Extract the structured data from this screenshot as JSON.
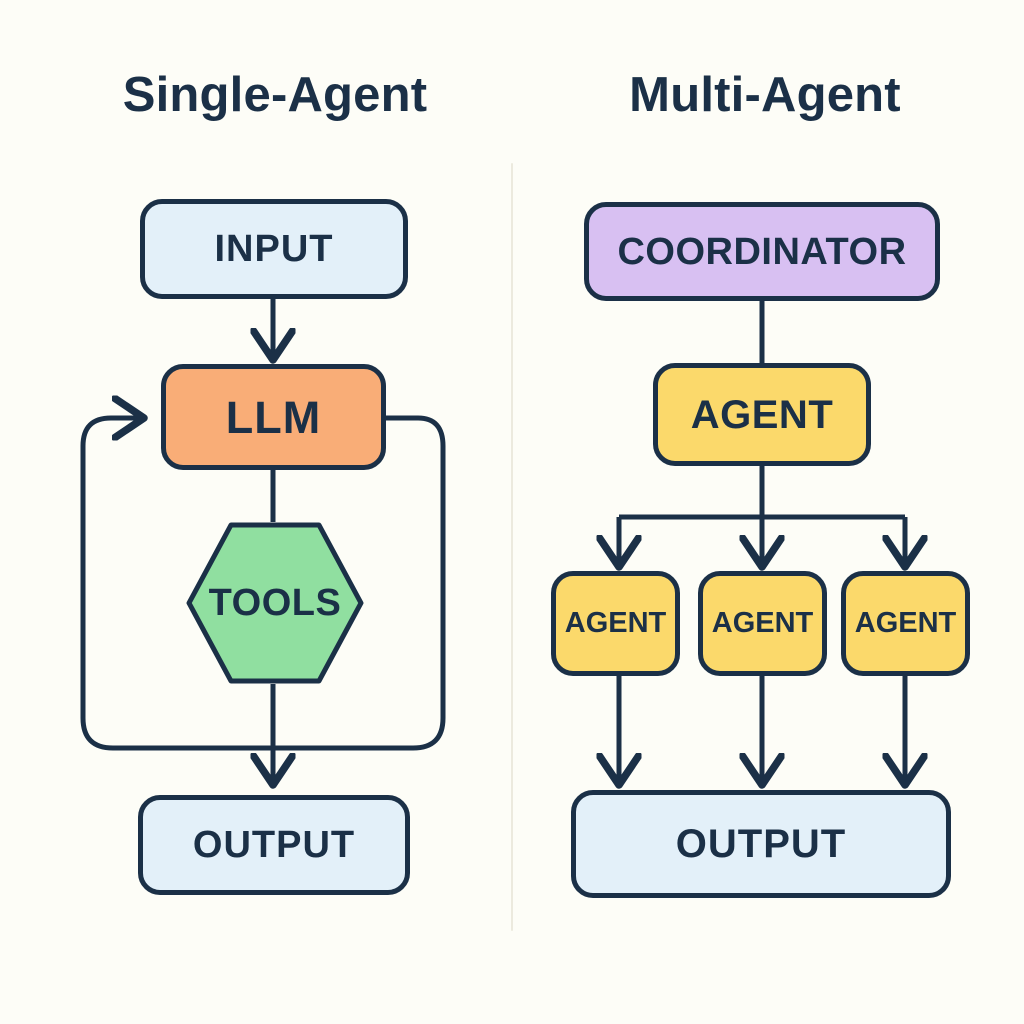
{
  "figure": {
    "background_color": "#fdfdf7",
    "stroke_color": "#1b3047",
    "divider_color": "#eceade"
  },
  "panels": {
    "left": {
      "title": "Single-Agent",
      "nodes": {
        "input": {
          "label": "INPUT",
          "shape": "rounded-rect",
          "color": "#e3f0f9"
        },
        "llm": {
          "label": "LLM",
          "shape": "rounded-rect",
          "color": "#f9ad77"
        },
        "tools": {
          "label": "TOOLS",
          "shape": "hexagon",
          "color": "#90dfa0"
        },
        "output": {
          "label": "OUTPUT",
          "shape": "rounded-rect",
          "color": "#e3f0f9"
        }
      },
      "edges": [
        {
          "from": "input",
          "to": "llm",
          "arrow": true,
          "style": "straight"
        },
        {
          "from": "llm",
          "to": "tools",
          "arrow": false,
          "style": "straight"
        },
        {
          "from": "tools",
          "to": "output",
          "arrow": true,
          "style": "straight"
        },
        {
          "from": "llm",
          "to": "llm",
          "arrow": true,
          "style": "feedback-loop"
        }
      ]
    },
    "right": {
      "title": "Multi-Agent",
      "nodes": {
        "coordinator": {
          "label": "COORDINATOR",
          "shape": "rounded-rect",
          "color": "#d8c0f2"
        },
        "agent_main": {
          "label": "AGENT",
          "shape": "rounded-rect",
          "color": "#fbd96b"
        },
        "agent_sub_1": {
          "label": "AGENT",
          "shape": "rounded-rect",
          "color": "#fbd96b"
        },
        "agent_sub_2": {
          "label": "AGENT",
          "shape": "rounded-rect",
          "color": "#fbd96b"
        },
        "agent_sub_3": {
          "label": "AGENT",
          "shape": "rounded-rect",
          "color": "#fbd96b"
        },
        "output": {
          "label": "OUTPUT",
          "shape": "rounded-rect",
          "color": "#e3f0f9"
        }
      },
      "edges": [
        {
          "from": "coordinator",
          "to": "agent_main",
          "arrow": false,
          "style": "straight"
        },
        {
          "from": "agent_main",
          "to": "agent_sub_1",
          "arrow": true,
          "style": "bus-split"
        },
        {
          "from": "agent_main",
          "to": "agent_sub_2",
          "arrow": true,
          "style": "bus-split"
        },
        {
          "from": "agent_main",
          "to": "agent_sub_3",
          "arrow": true,
          "style": "bus-split"
        },
        {
          "from": "agent_sub_1",
          "to": "output",
          "arrow": true,
          "style": "straight"
        },
        {
          "from": "agent_sub_2",
          "to": "output",
          "arrow": true,
          "style": "straight"
        },
        {
          "from": "agent_sub_3",
          "to": "output",
          "arrow": true,
          "style": "straight"
        }
      ]
    }
  }
}
